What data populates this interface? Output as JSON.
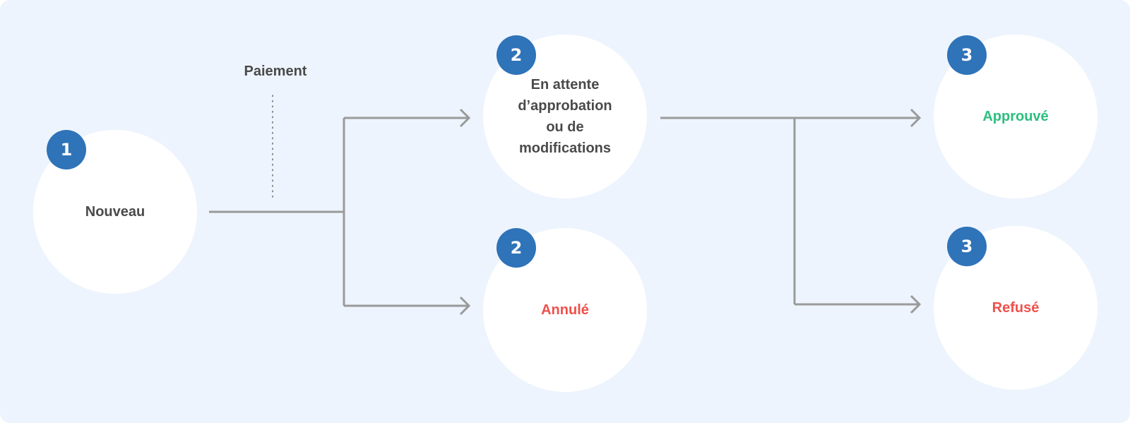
{
  "diagram": {
    "edge_label": "Paiement",
    "nodes": [
      {
        "id": "nouveau",
        "step": "1",
        "label": "Nouveau",
        "tone": "neutral"
      },
      {
        "id": "en-attente",
        "step": "2",
        "label": "En attente\nd’approbation\nou de\nmodifications",
        "tone": "neutral"
      },
      {
        "id": "annule",
        "step": "2",
        "label": "Annulé",
        "tone": "bad"
      },
      {
        "id": "approuve",
        "step": "3",
        "label": "Approuvé",
        "tone": "ok"
      },
      {
        "id": "refuse",
        "step": "3",
        "label": "Refusé",
        "tone": "bad"
      }
    ],
    "colors": {
      "background": "#eef4fd",
      "node_fill": "#ffffff",
      "badge_fill": "#2f73b8",
      "connector": "#9a9a9a",
      "text_neutral": "#4a4a4a",
      "text_ok": "#2bbf7e",
      "text_bad": "#f0504a"
    }
  }
}
